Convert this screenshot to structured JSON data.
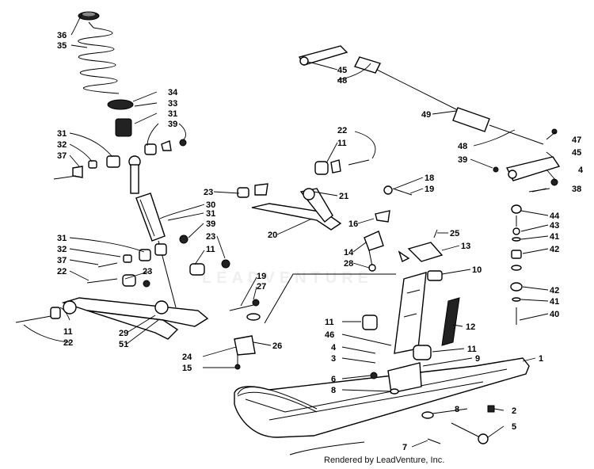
{
  "footer": {
    "text": "Rendered by LeadVenture, Inc."
  },
  "watermark": {
    "text": "LEADVENTURE"
  },
  "callouts": {
    "36": "36",
    "35": "35",
    "34": "34",
    "33": "33",
    "31a": "31",
    "39a": "39",
    "31b": "31",
    "32a": "32",
    "37a": "37",
    "30": "30",
    "31c": "31",
    "39b": "39",
    "23a": "23",
    "23b": "23",
    "11a": "11",
    "31d": "31",
    "32b": "32",
    "37b": "37",
    "22a": "22",
    "23c": "23",
    "11b": "11",
    "22b": "22",
    "29": "29",
    "51": "51",
    "19a": "19",
    "27": "27",
    "24": "24",
    "26": "26",
    "15": "15",
    "45a": "45",
    "48a": "48",
    "49": "49",
    "22c": "22",
    "11c": "11",
    "21": "21",
    "20": "20",
    "16": "16",
    "14": "14",
    "28": "28",
    "18": "18",
    "19b": "19",
    "25": "25",
    "13": "13",
    "10": "10",
    "48b": "48",
    "39c": "39",
    "47": "47",
    "45b": "45",
    "4a": "4",
    "38": "38",
    "44": "44",
    "43": "43",
    "41a": "41",
    "42a": "42",
    "42b": "42",
    "41b": "41",
    "40": "40",
    "11d": "11",
    "46": "46",
    "12": "12",
    "11e": "11",
    "4b": "4",
    "3": "3",
    "9": "9",
    "1": "1",
    "6": "6",
    "8a": "8",
    "8b": "8",
    "2": "2",
    "5": "5",
    "7": "7"
  }
}
